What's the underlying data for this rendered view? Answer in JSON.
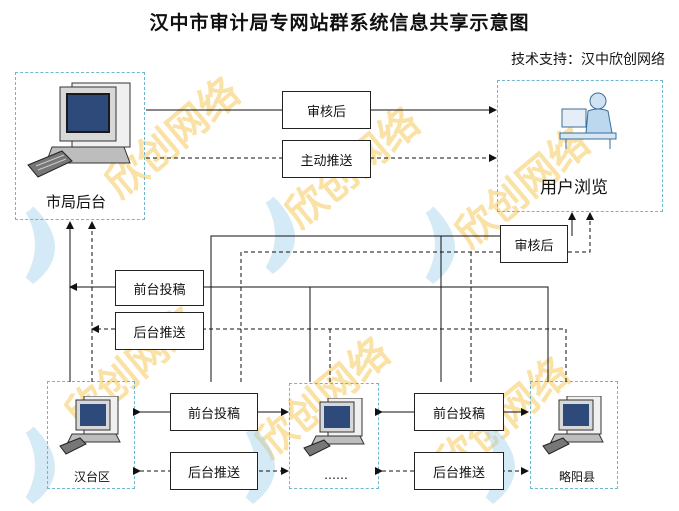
{
  "title": "汉中市审计局专网站群系统信息共享示意图",
  "support": "技术支持：汉中欣创网络",
  "watermark_text": "欣创网络",
  "nodes": {
    "city_backend": "市局后台",
    "user_browse": "用户浏览",
    "hantai": "汉台区",
    "middle": "……",
    "lueyang": "略阳县"
  },
  "edges": {
    "top_review": "审核后",
    "top_push": "主动推送",
    "right_review": "审核后",
    "left_front_submit": "前台投稿",
    "left_back_push": "后台推送",
    "mid_left_front": "前台投稿",
    "mid_left_back": "后台推送",
    "mid_right_front": "前台投稿",
    "mid_right_back": "后台推送"
  },
  "colors": {
    "box_border": "#6fb6cf",
    "line": "#111111",
    "watermark": "#f5c24a",
    "watermark_blue": "#9fd0ec"
  }
}
